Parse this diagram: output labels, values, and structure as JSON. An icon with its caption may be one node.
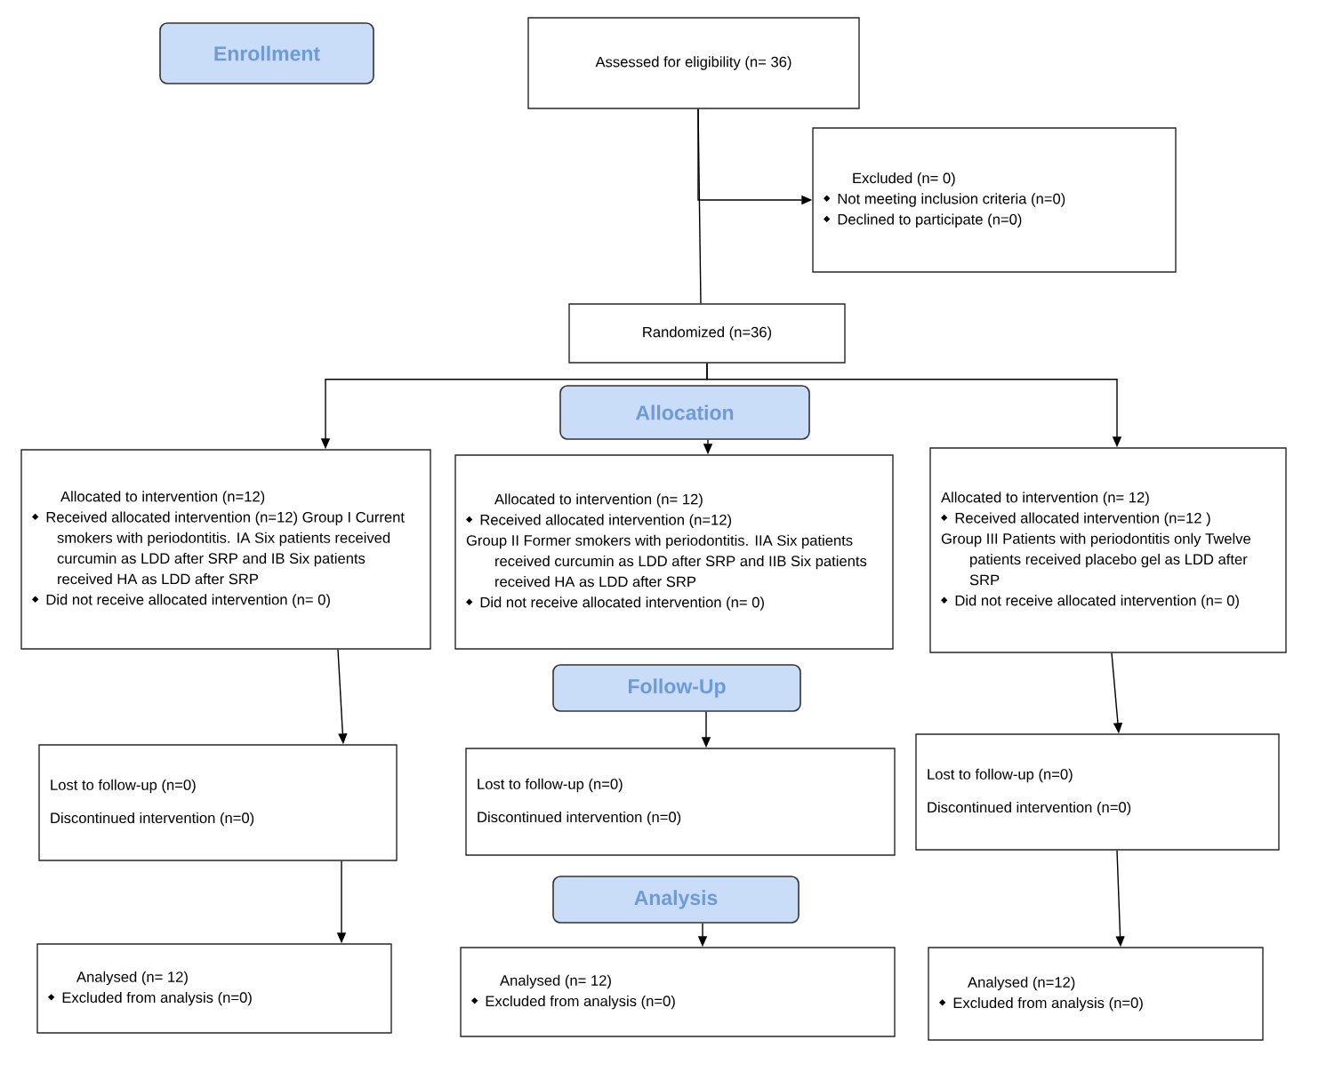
{
  "diagram": {
    "nodes": [
      {
        "text": [
          "Enrollment"
        ]
      },
      {
        "text": [
          "Assessed for eligibility (n= 36)"
        ]
      },
      {
        "text": [
          "Excluded (n= 0)",
          "Not meeting inclusion criteria (n=0)",
          "Declined to participate (n=0)"
        ]
      },
      {
        "text": [
          "Randomized (n=36)"
        ]
      },
      {
        "text": [
          "Allocation"
        ]
      },
      {
        "text": [
          "Allocated to intervention (n=12)",
          "Received allocated intervention (n=12) Group I Current smokers with periodontitis. IA Six patients received curcumin as LDD after SRP and IB Six patients received HA as LDD after SRP",
          "Did not receive allocated intervention (n= 0)"
        ]
      },
      {
        "text": [
          "Allocated to intervention (n= 12)",
          "Received allocated intervention (n=12)",
          "Group II Former smokers with periodontitis. IIA Six patients received curcumin as LDD after SRP and IIB Six patients received HA as LDD after SRP",
          "Did not receive allocated intervention (n= 0)"
        ]
      },
      {
        "text": [
          "Allocated to intervention (n= 12)",
          "Received allocated intervention (n=12 )",
          "Group III Patients with periodontitis only Twelve patients received placebo gel as LDD after SRP",
          "Did not receive allocated intervention (n= 0)"
        ]
      },
      {
        "text": [
          "Follow-Up"
        ]
      },
      {
        "text": [
          "Lost to follow-up (n=0)",
          "Discontinued intervention (n=0)"
        ]
      },
      {
        "text": [
          "Lost to follow-up (n=0)",
          "Discontinued intervention (n=0)"
        ]
      },
      {
        "text": [
          "Lost to follow-up (n=0)",
          "Discontinued intervention (n=0)"
        ]
      },
      {
        "text": [
          "Analysis"
        ]
      },
      {
        "text": [
          "Analysed (n= 12)",
          "Excluded from analysis (n=0)"
        ]
      },
      {
        "text": [
          "Analysed (n= 12)",
          "Excluded from analysis (n=0)"
        ]
      },
      {
        "text": [
          "Analysed (n=12)",
          "Excluded from analysis (n=0)"
        ]
      }
    ],
    "edges": [
      {
        "from": 1,
        "to": 3,
        "arrow": "none"
      },
      {
        "from": 1,
        "to": 2,
        "arrow": "to"
      },
      {
        "from": 3,
        "to": 5,
        "arrow": "to"
      },
      {
        "from": 3,
        "to": 7,
        "arrow": "to"
      },
      {
        "from": 4,
        "to": 6,
        "arrow": "to"
      },
      {
        "from": 5,
        "to": 9,
        "arrow": "to"
      },
      {
        "from": 8,
        "to": 10,
        "arrow": "to"
      },
      {
        "from": 7,
        "to": 11,
        "arrow": "to"
      },
      {
        "from": 9,
        "to": 13,
        "arrow": "to"
      },
      {
        "from": 12,
        "to": 14,
        "arrow": "to"
      },
      {
        "from": 11,
        "to": 15,
        "arrow": "to"
      }
    ]
  }
}
